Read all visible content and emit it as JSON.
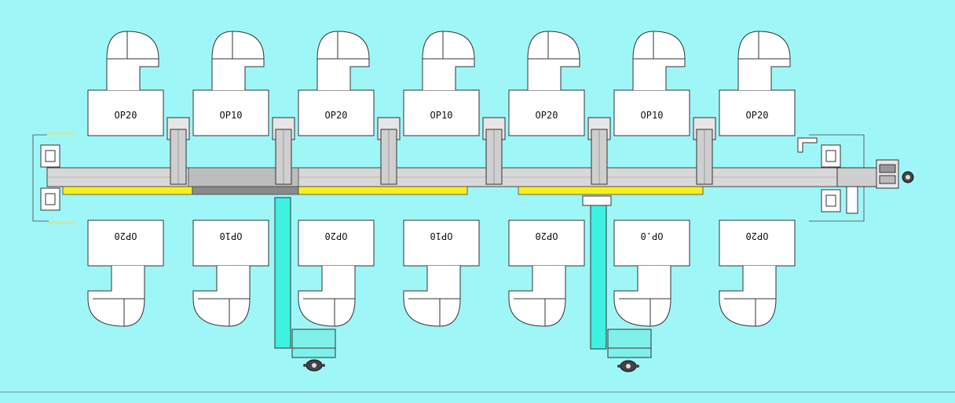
{
  "colors": {
    "background": "#9ff6f7",
    "rail": "#d8d8d8",
    "yellow_rail": "#f7ee1c",
    "dark_rail": "#8a8a8a",
    "cyan_conveyor": "#3df2e1",
    "pale_box": "#7ff0ea",
    "guard_green": "#c8e6a8"
  },
  "stations_top": [
    {
      "label": "OP20"
    },
    {
      "label": "OP10"
    },
    {
      "label": "OP20"
    },
    {
      "label": "OP10"
    },
    {
      "label": "OP20"
    },
    {
      "label": "OP10"
    },
    {
      "label": "OP20"
    }
  ],
  "stations_bottom": [
    {
      "label": "OP20"
    },
    {
      "label": "OP10"
    },
    {
      "label": "OP20"
    },
    {
      "label": "OP10"
    },
    {
      "label": "OP20"
    },
    {
      "label": "OP.0"
    },
    {
      "label": "OP20"
    }
  ],
  "icons": {
    "robot_base": "robot-base-icon",
    "drive_unit": "drive-unit-icon"
  }
}
